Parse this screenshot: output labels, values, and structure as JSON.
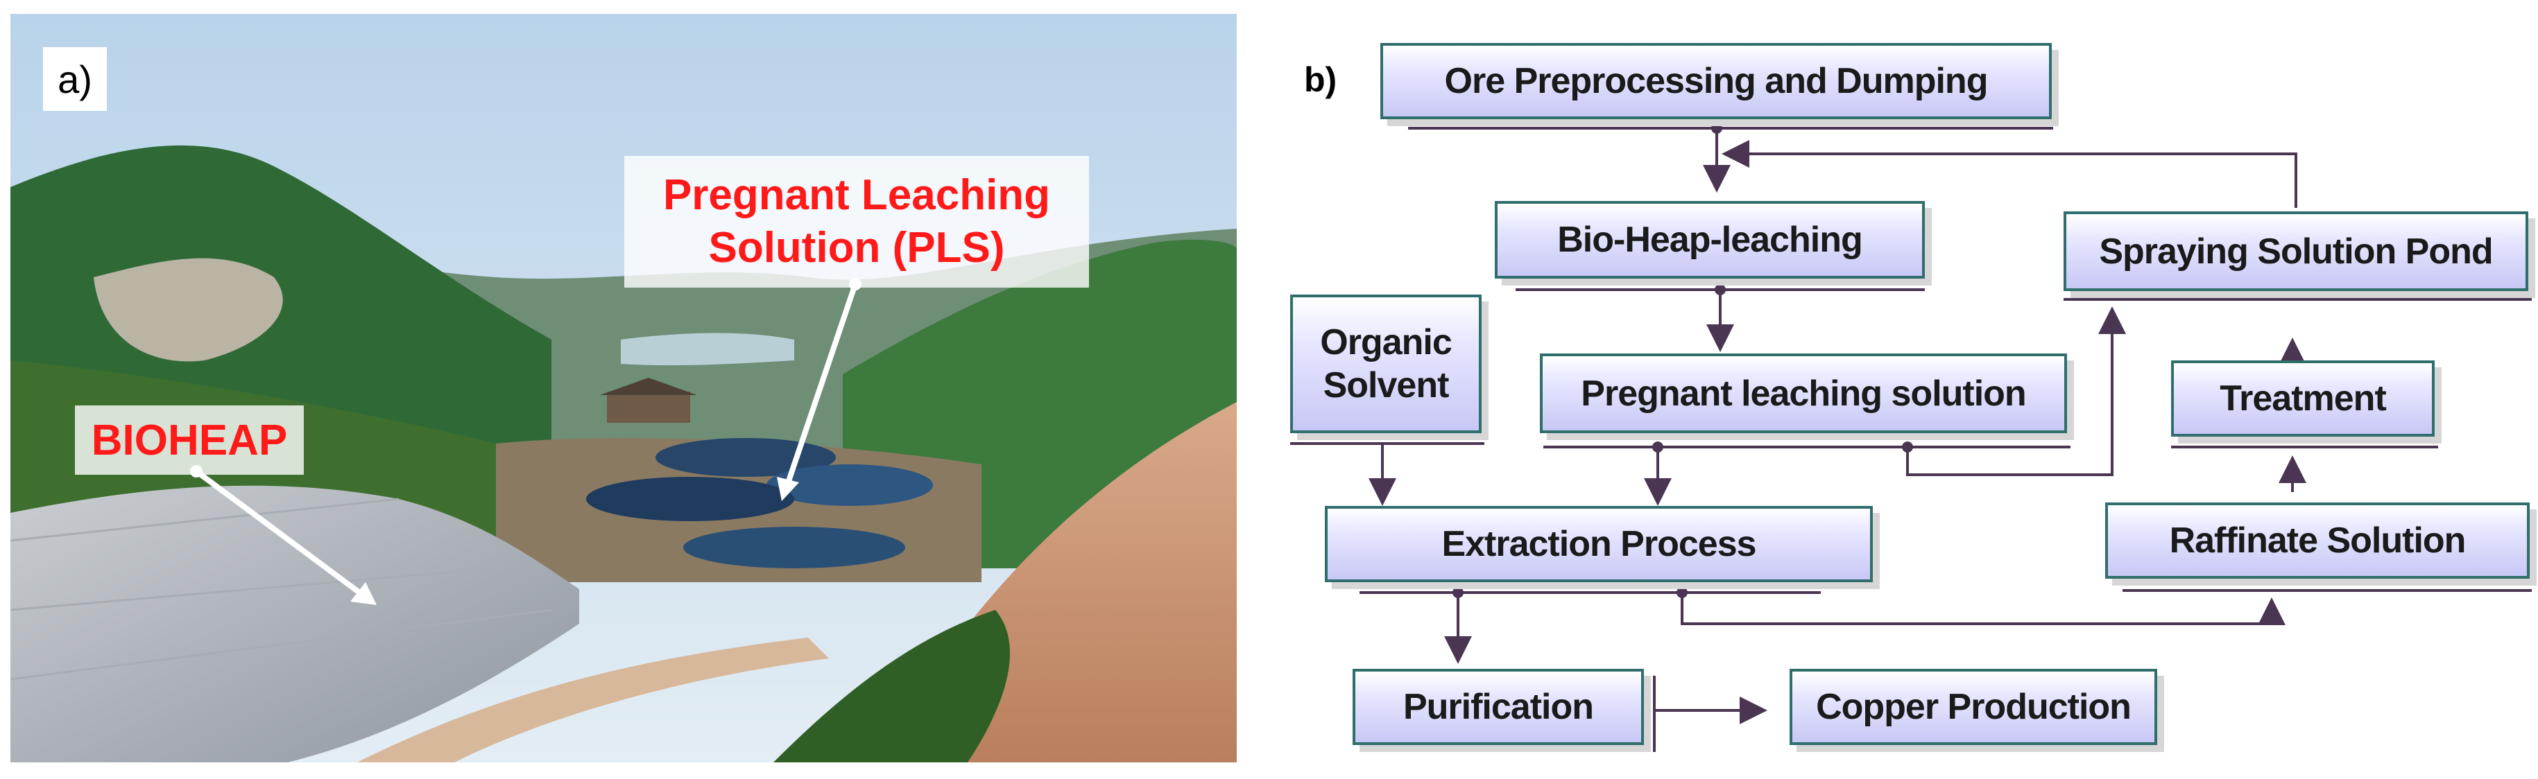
{
  "panel_a": {
    "tag": "a)",
    "label_bioheap": "BIOHEAP",
    "label_pls_line1": "Pregnant Leaching",
    "label_pls_line2": "Solution (PLS)"
  },
  "panel_b": {
    "tag": "b)",
    "boxes": {
      "ore": "Ore Preprocessing and Dumping",
      "bioheap": "Bio-Heap-leaching",
      "spraying": "Spraying Solution Pond",
      "organic_line1": "Organic",
      "organic_line2": "Solvent",
      "pregnant": "Pregnant leaching solution",
      "treatment": "Treatment",
      "extraction": "Extraction Process",
      "raffinate": "Raffinate Solution",
      "purification": "Purification",
      "copper": "Copper Production"
    }
  },
  "colors": {
    "label_text": "#ff1a1a",
    "box_border": "#2f6e6c",
    "box_fill_bottom": "#c8c8f6",
    "arrow": "#4a3552"
  }
}
